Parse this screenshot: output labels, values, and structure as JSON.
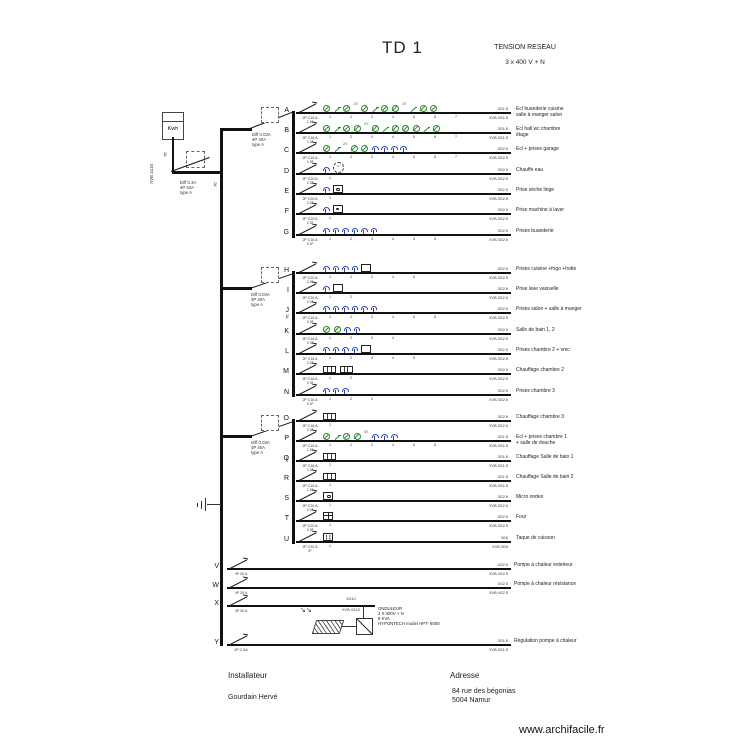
{
  "title": "TD 1",
  "network": {
    "label": "TENSION RESEAU",
    "voltage": "3 x 400 V + N"
  },
  "meter": {
    "label": "Kwh",
    "cable": "XVB 4x10"
  },
  "main_breaker": {
    "lines": [
      "Diff 0.3A",
      "4P  63A",
      "type A"
    ]
  },
  "group_breakers": [
    [
      "Diff 0.03A",
      "4P  40A",
      "type A"
    ],
    [
      "Diff 0.03A",
      "4P  40A",
      "type A"
    ],
    [
      "Diff 0.03A",
      "4P  40A",
      "type A"
    ]
  ],
  "groups": [
    {
      "circuits": [
        {
          "id": "A",
          "breaker": [
            "2P C16 A",
            "1.5²"
          ],
          "icons": "g s g 2X g s g g 2X s g g",
          "nums": 7,
          "cable": [
            "3G1.5",
            "XVB 3G1.5"
          ],
          "desc": [
            "Ecl buanderie cuisine",
            "salle à manger salon"
          ]
        },
        {
          "id": "B",
          "breaker": [
            "2P C16 A",
            "1.5²"
          ],
          "icons": "g s g g 2X g s g g g s g",
          "nums": 7,
          "cable": [
            "3G1.5",
            "XVB 3G1.5"
          ],
          "desc": [
            "Ecl hall wc chambre",
            "étage"
          ]
        },
        {
          "id": "C",
          "breaker": [
            "2P C16 A",
            "1.5²"
          ],
          "icons": "g s 2X g g b b b b",
          "nums": 7,
          "cable": [
            "3G2.5",
            "XVB 3G2.5"
          ],
          "desc": [
            "Ecl  + prises garage"
          ]
        },
        {
          "id": "D",
          "breaker": [
            "2P C20 A",
            "2.5²"
          ],
          "icons": "b cw",
          "nums": 1,
          "cable": [
            "3G2.5",
            "XVB 3G2.5"
          ],
          "desc": [
            "Chauffe eau"
          ]
        },
        {
          "id": "E",
          "breaker": [
            "2P C20 A",
            "2.5²"
          ],
          "icons": "b boxdot",
          "nums": 1,
          "cable": [
            "3G2.5",
            "XVB 3G2.5"
          ],
          "desc": [
            "Prise  sèche linge"
          ]
        },
        {
          "id": "F",
          "breaker": [
            "2P C20 A",
            "2.5²"
          ],
          "icons": "b boxfdot",
          "nums": 1,
          "cable": [
            "3G2.5",
            "XVB 3G2.5"
          ],
          "desc": [
            "Prise machine à laver"
          ]
        },
        {
          "id": "G",
          "breaker": [
            "2P C16 A",
            "2.5²"
          ],
          "icons": "b b b b b b",
          "nums": 6,
          "cable": [
            "3G2.5",
            "XVB 3G2.5"
          ],
          "desc": [
            "Prises buanderie"
          ]
        }
      ]
    },
    {
      "circuits": [
        {
          "id": "H",
          "breaker": [
            "2P C20 A",
            "2.5²"
          ],
          "icons": "b b b b box",
          "nums": 5,
          "cable": [
            "3G2.5",
            "XVB 3G2.5"
          ],
          "desc": [
            "Prises cuisine +frigo +hotte"
          ]
        },
        {
          "id": "I",
          "breaker": [
            "2P C20 A",
            "2.5²"
          ],
          "icons": "b box",
          "nums": 2,
          "cable": [
            "3G2.5",
            "XVB 3G2.5"
          ],
          "desc": [
            "Prise lave vaisselle"
          ]
        },
        {
          "id": "J",
          "breaker": [
            "2P C16 A",
            "2.5²"
          ],
          "icons": "b b b b b b",
          "nums": 6,
          "cable": [
            "3G2.5",
            "XVB 3G2.5"
          ],
          "desc": [
            "Prises salon + salle à manger"
          ]
        },
        {
          "id": "K",
          "breaker": [
            "2P C16 A",
            "2.5²"
          ],
          "icons": "g g b b",
          "nums": 4,
          "cable": [
            "3G2.5",
            "XVB 3G2.5"
          ],
          "desc": [
            "Salle de bain 1, 2"
          ]
        },
        {
          "id": "L",
          "breaker": [
            "2P C16 A",
            "2.5²"
          ],
          "icons": "b b b b box",
          "nums": 5,
          "cable": [
            "3G2.5",
            "XVB 3G2.5"
          ],
          "desc": [
            "Prises  chambre 2 + vmc"
          ]
        },
        {
          "id": "M",
          "breaker": [
            "2P C16 A",
            "2.5²"
          ],
          "icons": "rad rad",
          "nums": 2,
          "cable": [
            "3G2.5",
            "XVB 3G2.5"
          ],
          "desc": [
            "Chauffage chambre 2"
          ]
        },
        {
          "id": "N",
          "breaker": [
            "2P C16 A",
            "2.5²"
          ],
          "icons": "b b b",
          "nums": 3,
          "cable": [
            "3G2.5",
            "XVB 3G2.5"
          ],
          "desc": [
            "Prises  chambre 3"
          ]
        }
      ]
    },
    {
      "circuits": [
        {
          "id": "O",
          "breaker": [
            "2P C16 A",
            "2.5²"
          ],
          "icons": "rad",
          "nums": 1,
          "cable": [
            "3G2.5",
            "XVB 3G2.5"
          ],
          "desc": [
            "Chauffage chambre 3"
          ]
        },
        {
          "id": "P",
          "breaker": [
            "2P C16 A",
            "1.5²"
          ],
          "icons": "g s g g 3X b b b",
          "nums": 6,
          "cable": [
            "3G1.5",
            "XVB 3G1.5"
          ],
          "desc": [
            "Ecl + prises chambre 1",
            "+ salle de douche"
          ]
        },
        {
          "id": "Q",
          "breaker": [
            "2P C16 A",
            "1.5²"
          ],
          "icons": "rad",
          "nums": 1,
          "cable": [
            "3G1.5",
            "XVB 3G1.5"
          ],
          "desc": [
            "Chauffage Salle de bain 1"
          ]
        },
        {
          "id": "R",
          "breaker": [
            "2P C16 A",
            "1.5²"
          ],
          "icons": "rad",
          "nums": 1,
          "cable": [
            "3G1.5",
            "XVB 3G1.5"
          ],
          "desc": [
            "Chauffage Salle de bain 2"
          ]
        },
        {
          "id": "S",
          "breaker": [
            "2P C20 A",
            "2.5²"
          ],
          "icons": "boxdot",
          "nums": 1,
          "cable": [
            "3G2.5",
            "XVB 3G2.5"
          ],
          "desc": [
            "Micro ondes"
          ]
        },
        {
          "id": "T",
          "breaker": [
            "2P C20 A",
            "2.5²"
          ],
          "icons": "boxgrid",
          "nums": 1,
          "cable": [
            "3G2.5",
            "XVB 3G2.5"
          ],
          "desc": [
            "Four"
          ]
        },
        {
          "id": "U",
          "breaker": [
            "2P C32 A",
            "6²"
          ],
          "icons": "boxquad",
          "nums": 1,
          "cable": [
            "3G6",
            "XVB 3G6"
          ],
          "desc": [
            "Taque de cuisson"
          ]
        }
      ]
    },
    {
      "circuits": [
        {
          "id": "V",
          "breaker": [
            "4P 20 A"
          ],
          "icons": "",
          "nums": 0,
          "cable": [
            "4G2.5",
            "XVB 4G2.5"
          ],
          "desc": [
            "Pompe à chaleur extérieur"
          ]
        },
        {
          "id": "W",
          "breaker": [
            "4P 20 A"
          ],
          "icons": "",
          "nums": 0,
          "cable": [
            "4G2.5",
            "XVB 4G2.5"
          ],
          "desc": [
            "Pompe à chaleur résistance"
          ]
        },
        {
          "id": "X",
          "breaker": [
            "4P 20 A"
          ],
          "icons": "",
          "nums": 0,
          "cable": null,
          "desc": [],
          "special": "onduleur"
        },
        {
          "id": "Y",
          "breaker": [
            "2P C 6A"
          ],
          "icons": "",
          "nums": 0,
          "cable": [
            "3G1.5",
            "XVB 3G1.5"
          ],
          "desc": [
            "Régulation pompe à chaleur"
          ]
        }
      ]
    }
  ],
  "onduleur": {
    "cable_top": "4G10",
    "cable_bottom": "XVB 4G10",
    "lines": [
      "ONDULEUR",
      "3 X 400V + N",
      " 8 KVA",
      "HYPONTECH model HPT- 8000"
    ]
  },
  "footer": {
    "installer_label": "Installateur",
    "installer": "Gourdain Hervé",
    "address_label": "Adresse",
    "address_line1": "84 rue des bégonias",
    "address_line2": "5004 Namur",
    "website": "www.archifacile.fr"
  },
  "colors": {
    "line": "#111111",
    "lamp_green": "#2e8b2e",
    "socket_blue": "#2244cc"
  }
}
